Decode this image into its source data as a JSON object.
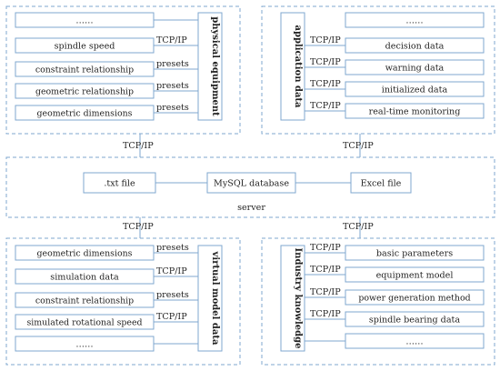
{
  "physical_equipment": {
    "title": "physical equipment",
    "items": [
      "……",
      "spindle speed",
      "constraint relationship",
      "geometric relationship",
      "geometric dimensions"
    ],
    "links": [
      "",
      "TCP/IP",
      "presets",
      "presets",
      "presets"
    ]
  },
  "application_data": {
    "title": "application data",
    "items": [
      "……",
      "decision data",
      "warning data",
      "initialized data",
      "real-time monitoring"
    ],
    "links": [
      "",
      "TCP/IP",
      "TCP/IP",
      "TCP/IP",
      "TCP/IP"
    ]
  },
  "server": {
    "label": "server",
    "txt_file": ".txt file",
    "mysql": "MySQL database",
    "excel": "Excel file"
  },
  "connections": {
    "top_left": "TCP/IP",
    "top_right": "TCP/IP",
    "bottom_left": "TCP/IP",
    "bottom_right": "TCP/IP"
  },
  "virtual_model_data": {
    "title": "virtual model data",
    "items": [
      "geometric dimensions",
      "simulation data",
      "constraint relationship",
      "simulated rotational speed",
      "……"
    ],
    "links": [
      "presets",
      "TCP/IP",
      "presets",
      "TCP/IP",
      ""
    ]
  },
  "industry_knowledge": {
    "title": "Industry knowledge",
    "items": [
      "basic parameters",
      "equipment model",
      "power generation method",
      "spindle bearing data",
      "……"
    ],
    "links": [
      "TCP/IP",
      "TCP/IP",
      "TCP/IP",
      "TCP/IP",
      ""
    ]
  },
  "colors": {
    "stroke": "#7fa7cf",
    "text": "#222222"
  }
}
